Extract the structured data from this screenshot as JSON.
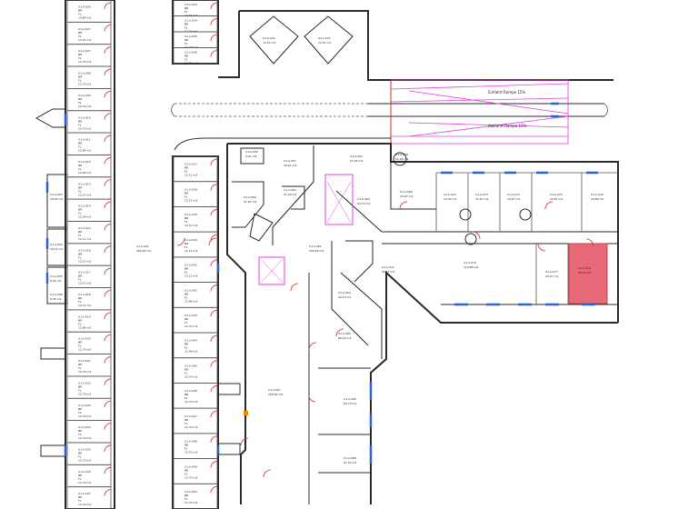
{
  "colors": {
    "wall": "#2a2a2a",
    "door": "#cc2a2a",
    "window": "#2a63d8",
    "ramp": "#e040e0",
    "highlight": "#e86a78"
  },
  "ramps": {
    "entry": "Einfahrt Rampe 15%",
    "exit": "Ausfahrt Rampe 15%"
  },
  "rooms": {
    "left_column": [
      {
        "id": "U1.A.026",
        "nr": "NR",
        "fl": "FL",
        "area": "14,64 m2"
      },
      {
        "id": "U1.A.027",
        "nr": "NR",
        "fl": "FL",
        "area": "13,51 m2"
      },
      {
        "id": "U1.A.007",
        "nr": "NR",
        "fl": "FL",
        "area": "12,70 m2"
      },
      {
        "id": "U1.A.008",
        "nr": "NR",
        "fl": "FL",
        "area": "12,70 m2"
      },
      {
        "id": "U1.A.009",
        "nr": "NR",
        "fl": "FL",
        "area": "12,70 m2"
      },
      {
        "id": "U1.A.010",
        "nr": "NR",
        "fl": "FL",
        "area": "12,70 m2"
      },
      {
        "id": "U1.A.011",
        "nr": "NR",
        "fl": "FL",
        "area": "12,84 m2"
      },
      {
        "id": "U1.A.012",
        "nr": "NR",
        "fl": "FL",
        "area": "13,09 m2"
      },
      {
        "id": "U1.A.013",
        "nr": "NR",
        "fl": "FL",
        "area": "12,37 m2"
      },
      {
        "id": "U1.A.014",
        "nr": "NR",
        "fl": "FL",
        "area": "12,24 m2"
      },
      {
        "id": "U1.A.015",
        "nr": "NR",
        "fl": "FL",
        "area": "12,11 m2"
      },
      {
        "id": "U1.A.016",
        "nr": "NR",
        "fl": "FL",
        "area": "12,11 m2"
      },
      {
        "id": "U1.A.017",
        "nr": "NR",
        "fl": "FL",
        "area": "12,11 m2"
      },
      {
        "id": "U1.A.018",
        "nr": "NR",
        "fl": "FL",
        "area": "12,11 m2"
      },
      {
        "id": "U1.A.019",
        "nr": "NR",
        "fl": "FL",
        "area": "12,84 m2"
      },
      {
        "id": "U1.A.020",
        "nr": "NR",
        "fl": "FL",
        "area": "12,70 m2"
      },
      {
        "id": "U1.A.021",
        "nr": "NR",
        "fl": "FL",
        "area": "12,70 m2"
      },
      {
        "id": "U1.A.022",
        "nr": "NR",
        "fl": "FL",
        "area": "12,70 m2"
      },
      {
        "id": "U1.A.023",
        "nr": "NR",
        "fl": "FL",
        "area": "12,70 m2"
      },
      {
        "id": "U1.A.024",
        "nr": "NR",
        "fl": "FL",
        "area": "12,70 m2"
      },
      {
        "id": "U1.A.025",
        "nr": "NR",
        "fl": "FL",
        "area": "12,70 m2"
      },
      {
        "id": "U1.A.026",
        "nr": "NR",
        "fl": "FL",
        "area": "12,70 m2"
      },
      {
        "id": "U1.A.027",
        "nr": "NR",
        "fl": "FL",
        "area": "12,70 m2"
      }
    ],
    "right_column": [
      {
        "id": "U1.A.033",
        "nr": "NR",
        "fl": "FL",
        "area": "14,64 m2"
      },
      {
        "id": "U1.A.034",
        "nr": "NR",
        "fl": "FL",
        "area": "12,70 m2"
      },
      {
        "id": "U1.A.035",
        "nr": "NR",
        "fl": "FL",
        "area": "12,70 m2"
      },
      {
        "id": "U1.A.036",
        "nr": "NR",
        "fl": "FL",
        "area": "12,70 m2"
      },
      {
        "id": "U1.A.037",
        "nr": "NR",
        "fl": "FL",
        "area": "12,11 m2"
      },
      {
        "id": "U1.A.038",
        "nr": "NR",
        "fl": "FL",
        "area": "12,11 m2"
      },
      {
        "id": "U1.A.039",
        "nr": "NR",
        "fl": "FL",
        "area": "12,11 m2"
      },
      {
        "id": "U1.A.040",
        "nr": "NR",
        "fl": "FL",
        "area": "12,11 m2"
      },
      {
        "id": "U1.A.041",
        "nr": "NR",
        "fl": "FL",
        "area": "12,11 m2"
      },
      {
        "id": "U1.A.042",
        "nr": "NR",
        "fl": "FL",
        "area": "12,84 m2"
      },
      {
        "id": "U1.A.043",
        "nr": "NR",
        "fl": "FL",
        "area": "12,70 m2"
      },
      {
        "id": "U1.A.044",
        "nr": "NR",
        "fl": "FL",
        "area": "12,58 m2"
      },
      {
        "id": "U1.A.045",
        "nr": "NR",
        "fl": "FL",
        "area": "12,70 m2"
      },
      {
        "id": "U1.A.046",
        "nr": "NR",
        "fl": "FL",
        "area": "12,70 m2"
      },
      {
        "id": "U1.A.047",
        "nr": "NR",
        "fl": "FL",
        "area": "12,70 m2"
      },
      {
        "id": "U1.A.048",
        "nr": "NR",
        "fl": "FL",
        "area": "12,70 m2"
      },
      {
        "id": "U1.A.049",
        "nr": "NR",
        "fl": "FL",
        "area": "12,70 m2"
      },
      {
        "id": "U1.A.050",
        "nr": "NR",
        "fl": "FL",
        "area": "12,70 m2"
      }
    ],
    "diamonds": [
      {
        "id": "U1.A.030",
        "area": "12,51 m2"
      },
      {
        "id": "U1.A.031",
        "area": "12,51 m2"
      }
    ],
    "core": [
      {
        "id": "U1.A.056",
        "area": "5,97 m2"
      },
      {
        "id": "U1.A.057",
        "area": "28,21 m2"
      },
      {
        "id": "U1.A.058",
        "area": "11,65 m2"
      },
      {
        "id": "U1.A.059",
        "area": "27,26 m2"
      },
      {
        "id": "U1.A.060",
        "area": "31,61 m2"
      },
      {
        "id": "U1.A.061",
        "area": "190,48 m2"
      },
      {
        "id": "U1.A.062",
        "area": "21,49 m2"
      },
      {
        "id": "U1.A.063",
        "area": "93,13 m2"
      },
      {
        "id": "U1.A.064",
        "area": "40,10 m2"
      },
      {
        "id": "U1.A.065",
        "area": "86,16 m2"
      },
      {
        "id": "U1.A.066",
        "area": "84,73 m2"
      },
      {
        "id": "U1.A.067",
        "area": "150,85 m2"
      },
      {
        "id": "U1.A.068",
        "area": "47,93 m2"
      },
      {
        "id": "U1.A.069",
        "area": "33,47 m2"
      },
      {
        "id": "U1.A.070",
        "area": "119,88 m2"
      },
      {
        "id": "U1.A.071",
        "area": "32,67 m2"
      },
      {
        "id": "U1.A.072",
        "area": "10,30 m2"
      },
      {
        "id": "U1.A.073",
        "area": "19,67 m2"
      },
      {
        "id": "U1.A.074",
        "area": "19,67 m2"
      },
      {
        "id": "U1.A.075",
        "area": "19,67 m2"
      },
      {
        "id": "U1.A.076",
        "area": "29,86 m2"
      },
      {
        "id": "U1.A.077",
        "area": "20,47 m2"
      },
      {
        "id": "U1.A.078",
        "area": "36,40 m2"
      }
    ],
    "corridor": {
      "id": "U1.A.001",
      "area": "283,65 m2"
    },
    "small_rooms": [
      {
        "id": "U1.A.003",
        "area": "18,93 m2"
      },
      {
        "id": "U1.A.004",
        "area": "16,21 m2"
      },
      {
        "id": "U1.A.005",
        "area": "8,45 m2"
      },
      {
        "id": "U1.A.006",
        "area": "8,45 m2"
      }
    ]
  }
}
